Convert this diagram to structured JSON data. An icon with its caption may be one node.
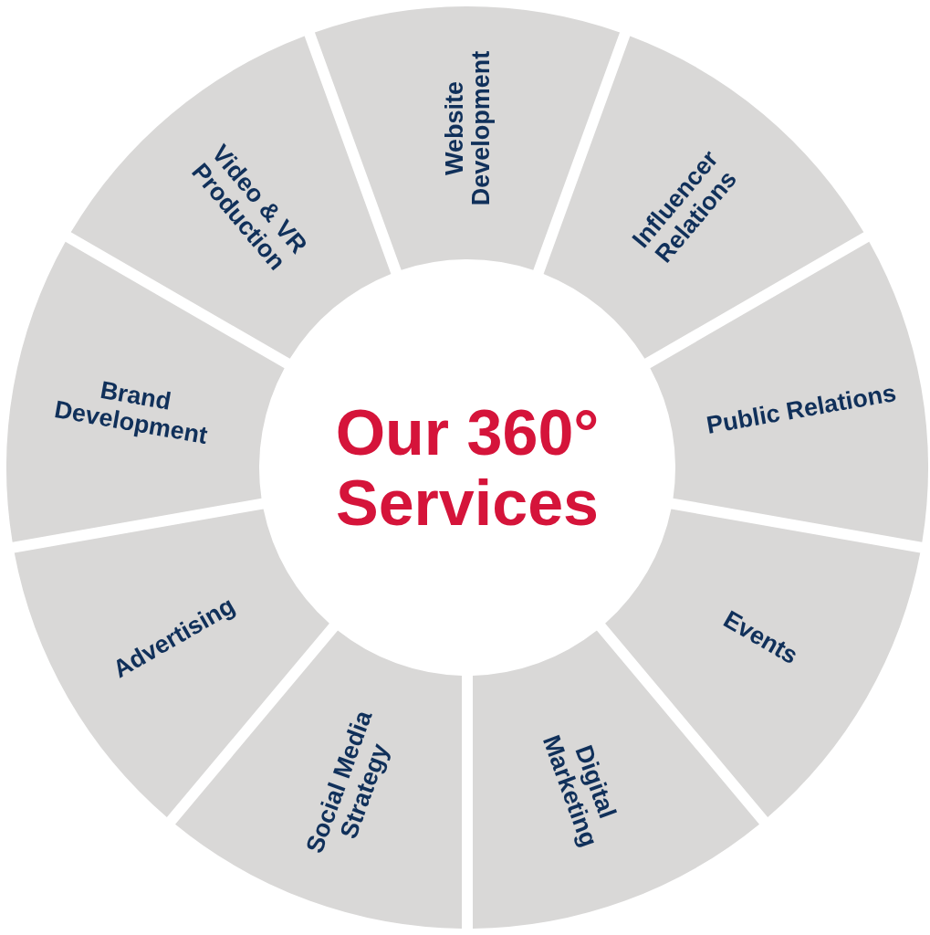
{
  "diagram": {
    "nodes": [
      {
        "text": [
          "Our 360° Services"
        ]
      },
      {
        "text": [
          "Website Development"
        ]
      },
      {
        "text": [
          "Influencer Relations"
        ]
      },
      {
        "text": [
          "Public Relations"
        ]
      },
      {
        "text": [
          "Events"
        ]
      },
      {
        "text": [
          "Digital Marketing"
        ]
      },
      {
        "text": [
          "Social Media Strategy"
        ]
      },
      {
        "text": [
          "Advertising"
        ]
      },
      {
        "text": [
          "Brand Development"
        ]
      },
      {
        "text": [
          "Video & VR Production"
        ]
      }
    ]
  }
}
